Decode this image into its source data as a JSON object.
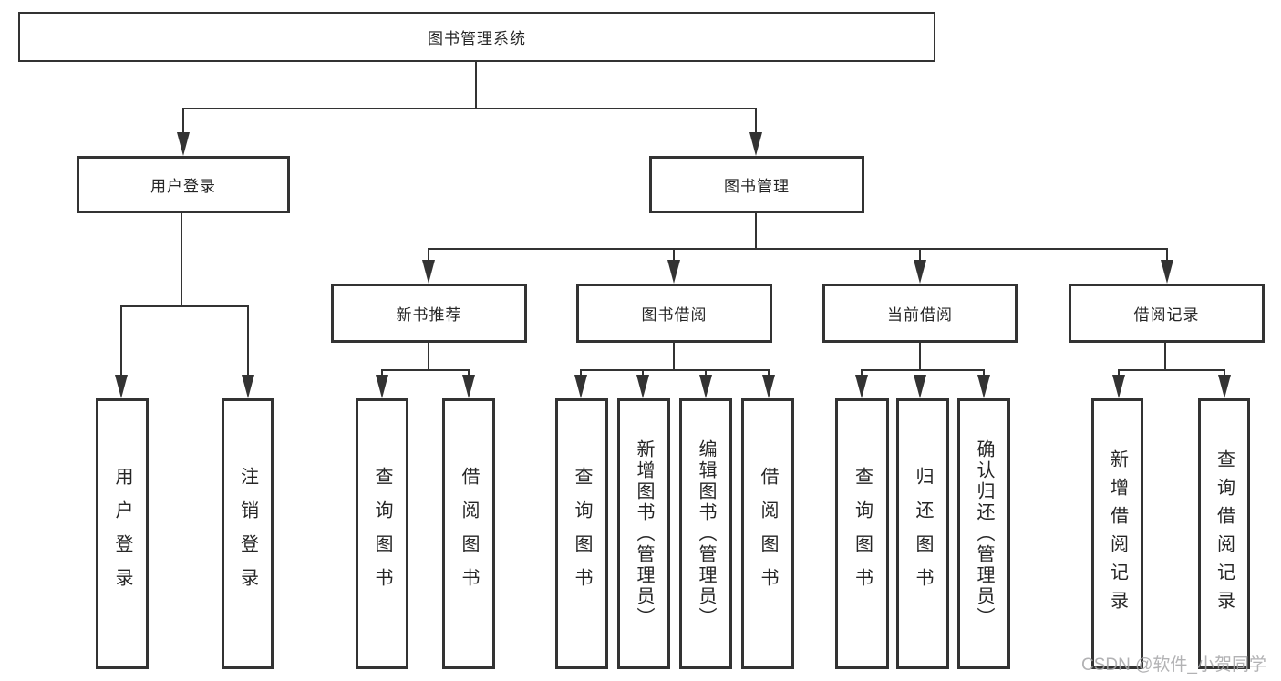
{
  "diagram": {
    "title": "图书管理系统",
    "nodes": {
      "root": "图书管理系统",
      "user_login_branch": "用户登录",
      "book_mgmt_branch": "图书管理",
      "new_book_rec": "新书推荐",
      "book_borrow": "图书借阅",
      "current_borrow": "当前借阅",
      "borrow_records": "借阅记录",
      "ul_user_login": "用户登录",
      "ul_logout": "注销登录",
      "nb_query_book": "查询图书",
      "nb_borrow_book": "借阅图书",
      "bb_query_book": "查询图书",
      "bb_add_book": "新增图书（管理员）",
      "bb_edit_book": "编辑图书（管理员）",
      "bb_borrow_book": "借阅图书",
      "cb_query_book": "查询图书",
      "cb_return_book": "归还图书",
      "cb_confirm_return": "确认归还（管理员）",
      "br_add_record": "新增借阅记录",
      "br_query_record": "查询借阅记录"
    },
    "watermark": "CSDN @软件_小贺同学",
    "colors": {
      "line": "#333333",
      "text": "#262626",
      "watermark": "#a5a5a7",
      "background": "#ffffff"
    }
  }
}
